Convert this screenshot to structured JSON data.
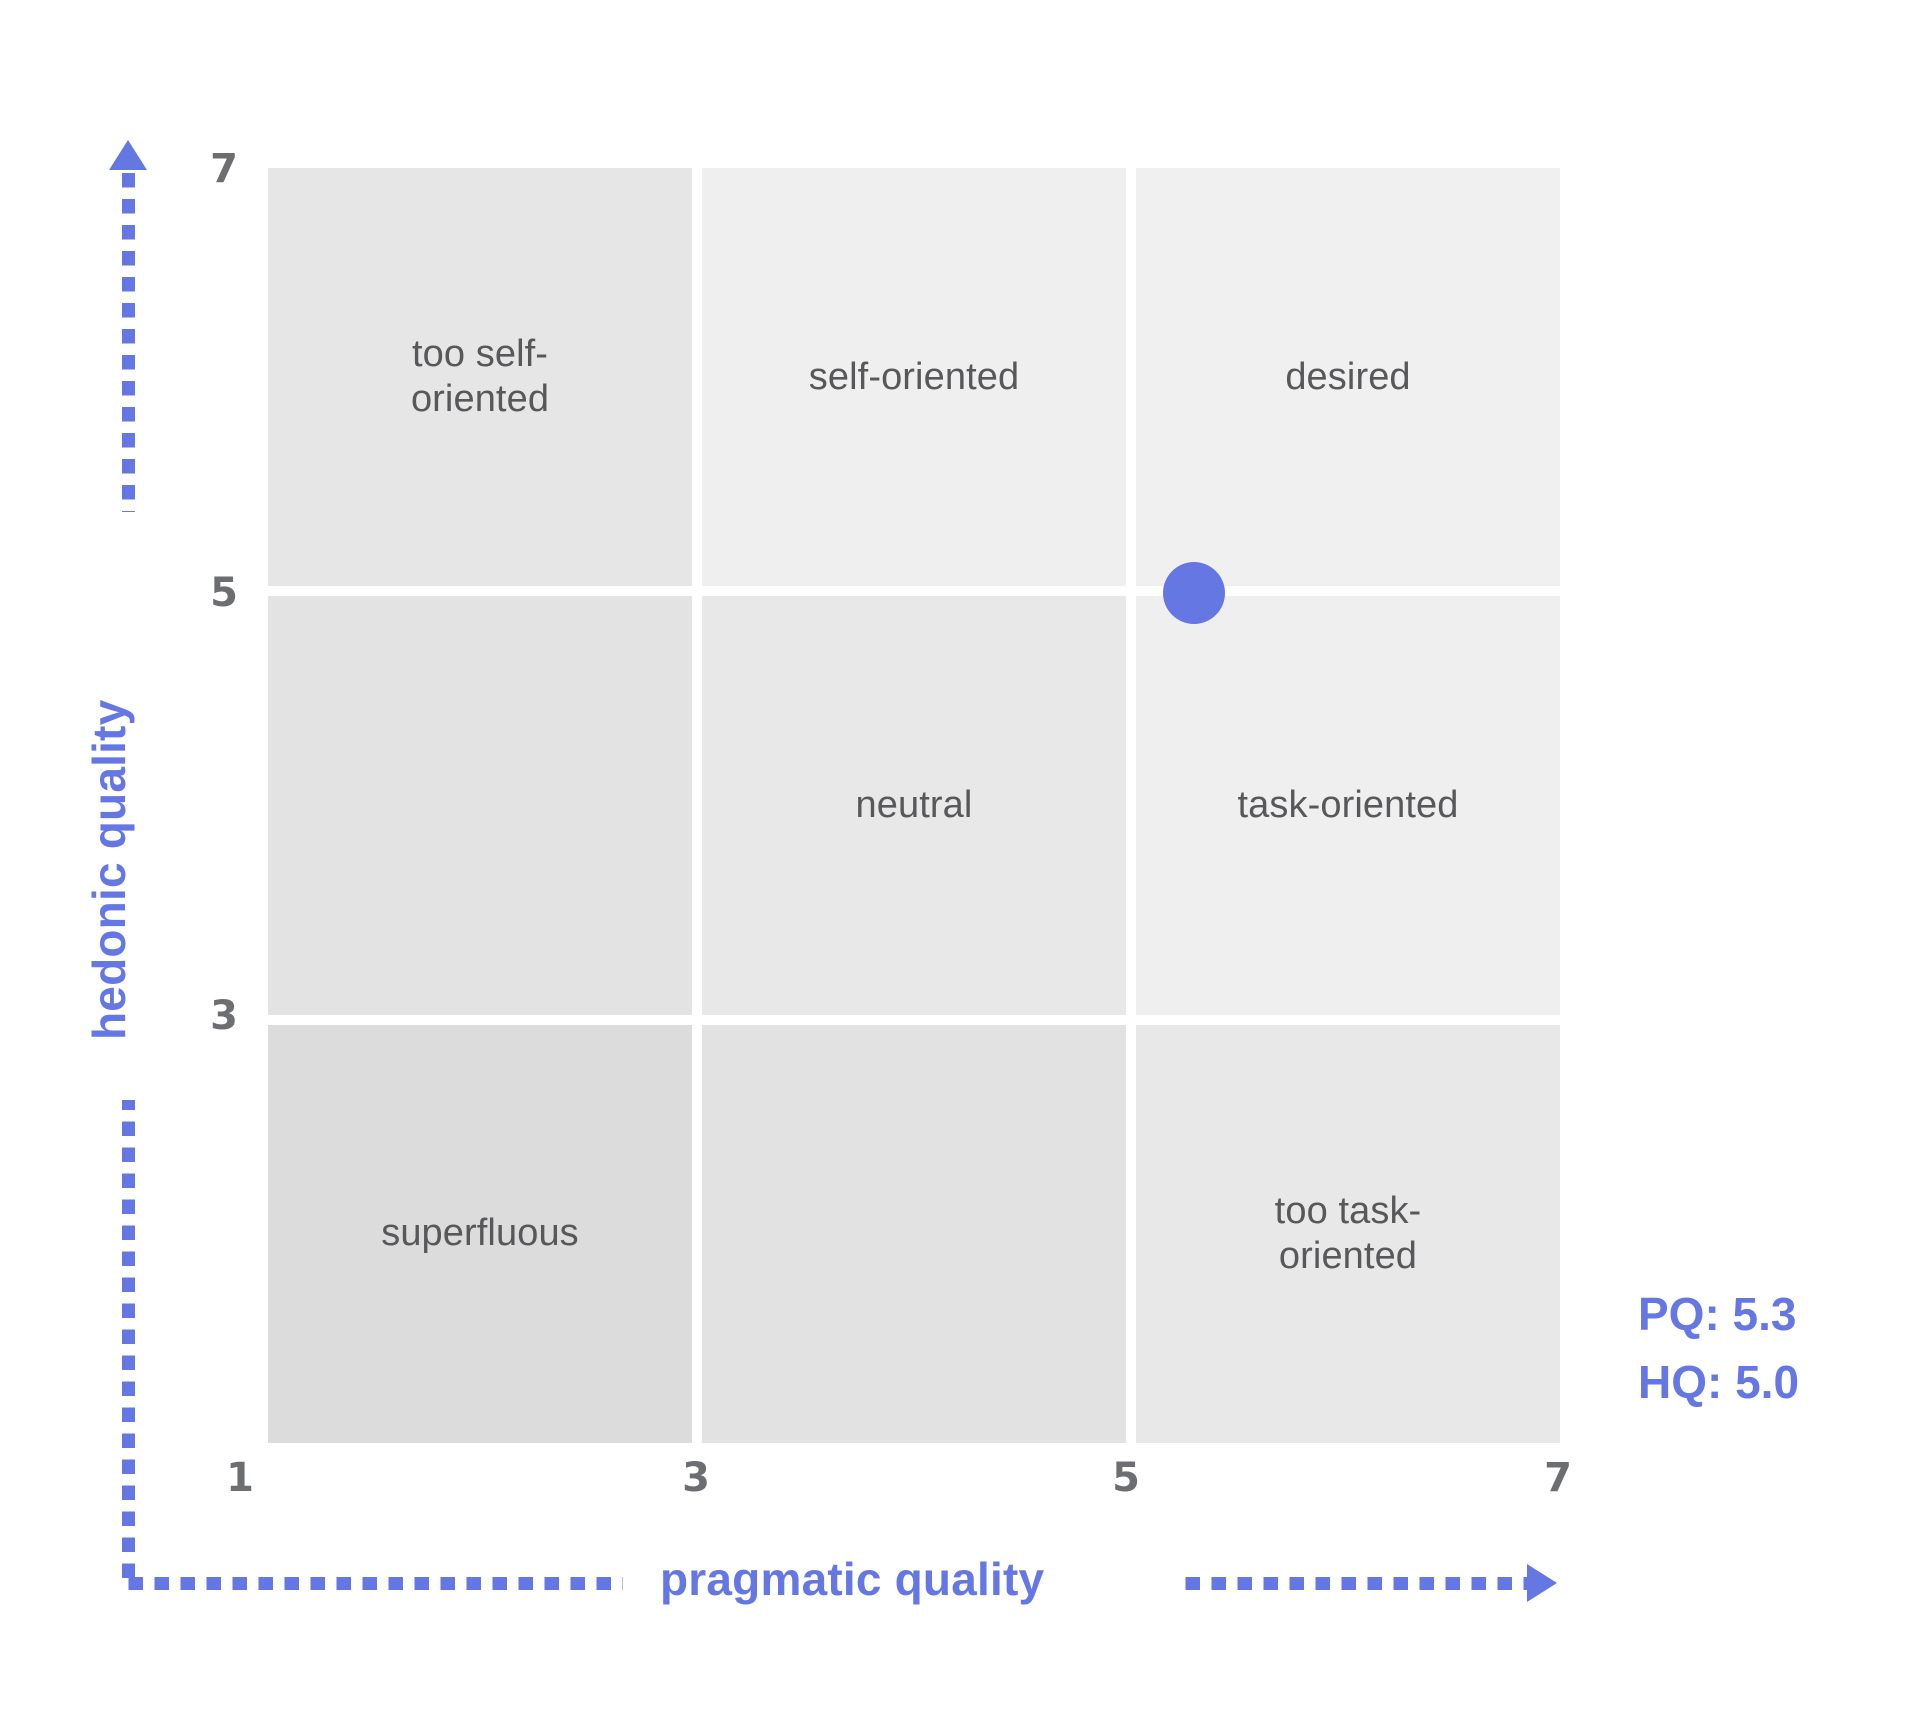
{
  "chart_data": {
    "type": "scatter",
    "title": "",
    "xlabel": "pragmatic quality",
    "ylabel": "hedonic quality",
    "xlim": [
      1,
      7
    ],
    "ylim": [
      1,
      7
    ],
    "xticks": [
      "1",
      "3",
      "5",
      "7"
    ],
    "yticks": [
      "7",
      "5",
      "3"
    ],
    "grid": true,
    "legend": "none",
    "points": [
      {
        "name": "product",
        "x": 5.3,
        "y": 5.0,
        "color": "#6477e3",
        "radius_px": 31
      }
    ],
    "regions": [
      {
        "row": 0,
        "col": 0,
        "label": "too self-\noriented",
        "x_range": [
          1,
          3
        ],
        "y_range": [
          5,
          7
        ],
        "fill": "#e6e6e6"
      },
      {
        "row": 0,
        "col": 1,
        "label": "self-oriented",
        "x_range": [
          3,
          5
        ],
        "y_range": [
          5,
          7
        ],
        "fill": "#efefef"
      },
      {
        "row": 0,
        "col": 2,
        "label": "desired",
        "x_range": [
          5,
          7
        ],
        "y_range": [
          5,
          7
        ],
        "fill": "#f0f0f0"
      },
      {
        "row": 1,
        "col": 0,
        "label": "",
        "x_range": [
          1,
          3
        ],
        "y_range": [
          3,
          5
        ],
        "fill": "#e3e3e3"
      },
      {
        "row": 1,
        "col": 1,
        "label": "neutral",
        "x_range": [
          3,
          5
        ],
        "y_range": [
          3,
          5
        ],
        "fill": "#e8e8e8"
      },
      {
        "row": 1,
        "col": 2,
        "label": "task-oriented",
        "x_range": [
          5,
          7
        ],
        "y_range": [
          3,
          5
        ],
        "fill": "#efefef"
      },
      {
        "row": 2,
        "col": 0,
        "label": "superfluous",
        "x_range": [
          1,
          3
        ],
        "y_range": [
          1,
          3
        ],
        "fill": "#dcdcdc"
      },
      {
        "row": 2,
        "col": 1,
        "label": "",
        "x_range": [
          3,
          5
        ],
        "y_range": [
          1,
          3
        ],
        "fill": "#e2e2e2"
      },
      {
        "row": 2,
        "col": 2,
        "label": "too task-\noriented",
        "x_range": [
          5,
          7
        ],
        "y_range": [
          1,
          3
        ],
        "fill": "#e8e8e8"
      }
    ],
    "annotations": [
      {
        "name": "pq-score",
        "text": "PQ: 5.3"
      },
      {
        "name": "hq-score",
        "text": "HQ: 5.0"
      }
    ]
  },
  "axes": {
    "x": {
      "title": "pragmatic quality",
      "ticks": {
        "t0": "1",
        "t1": "3",
        "t2": "5",
        "t3": "7"
      }
    },
    "y": {
      "title": "hedonic quality",
      "ticks": {
        "t0": "7",
        "t1": "5",
        "t2": "3"
      }
    }
  },
  "cells": {
    "r0c0": "too self-\noriented",
    "r0c1": "self-oriented",
    "r0c2": "desired",
    "r1c0": "",
    "r1c1": "neutral",
    "r1c2": "task-oriented",
    "r2c0": "superfluous",
    "r2c1": "",
    "r2c2": "too task-\noriented"
  },
  "scores": {
    "pq": "PQ: 5.3",
    "hq": "HQ: 5.0"
  },
  "colors": {
    "accent": "#6477e3",
    "label_text": "#58585b",
    "tick_text": "#6d6e71",
    "background": "#ffffff"
  }
}
